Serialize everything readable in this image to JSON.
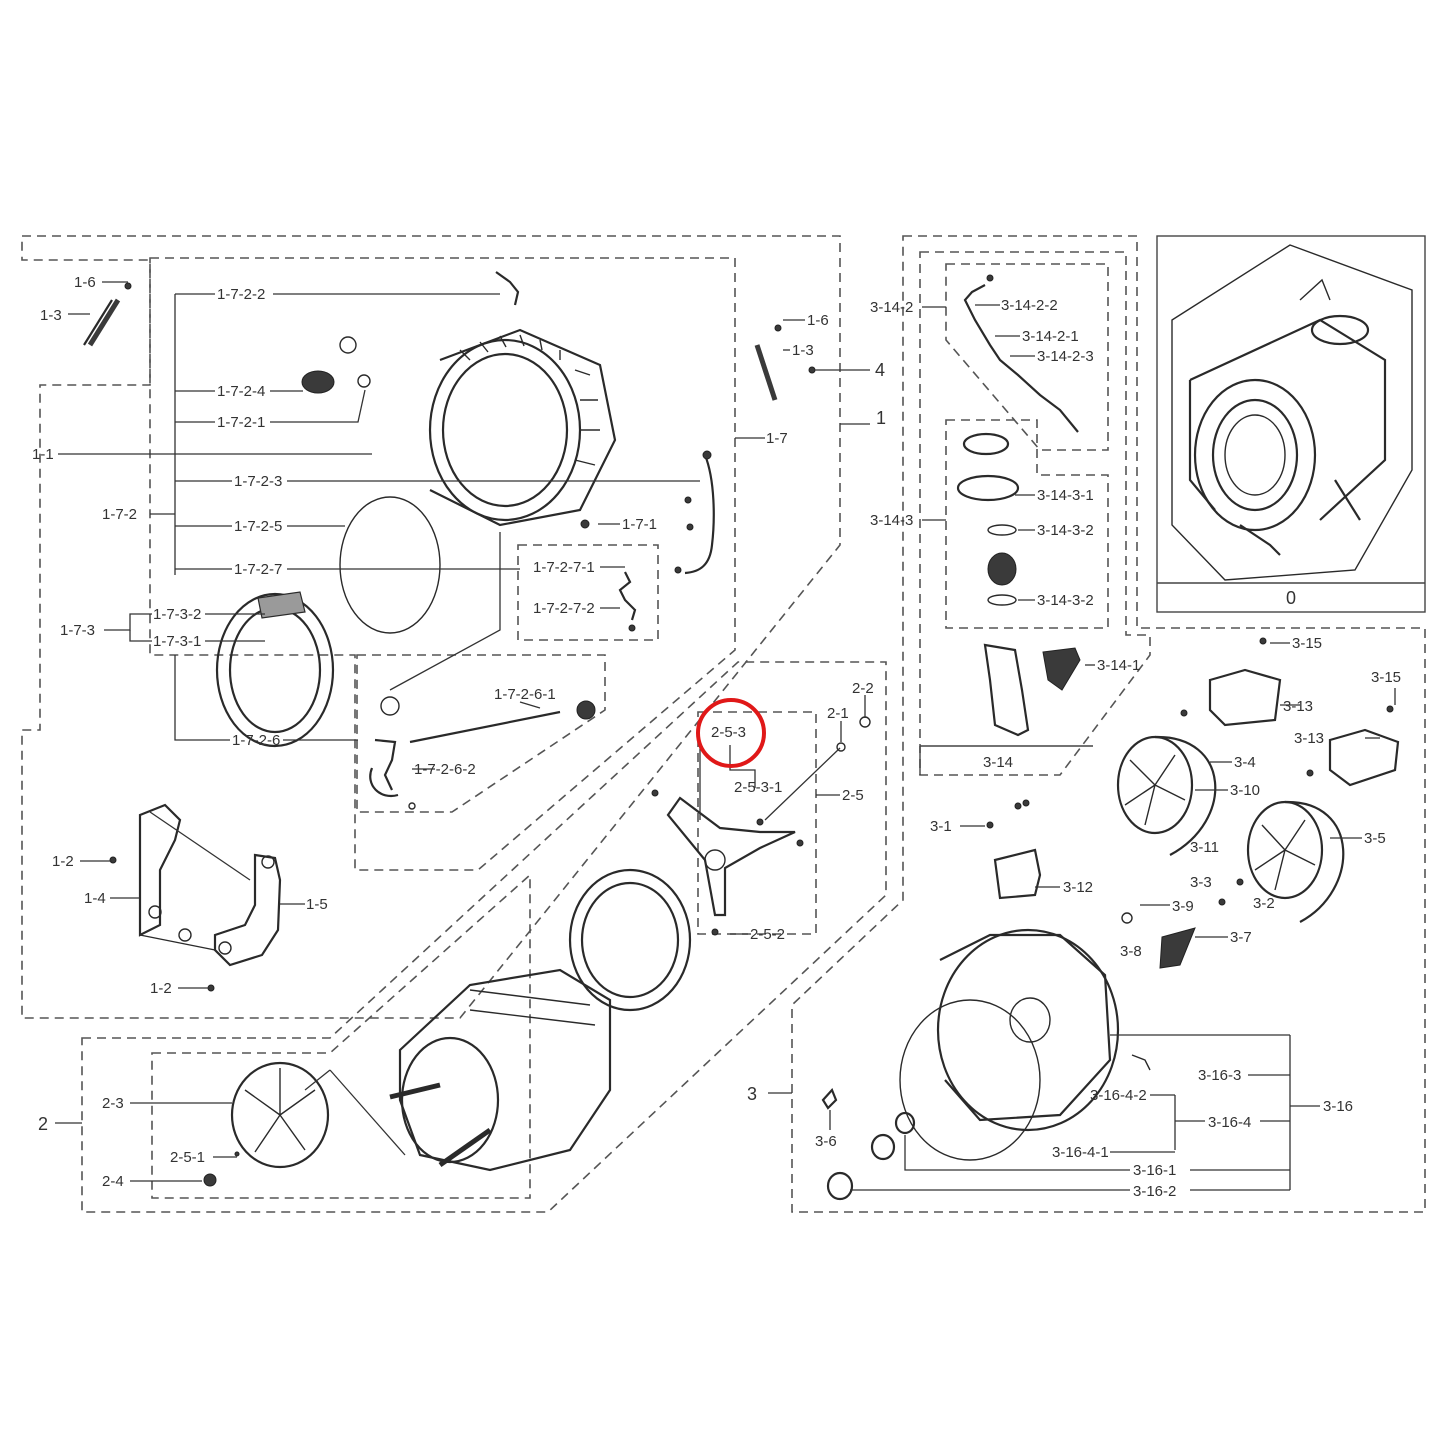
{
  "diagram": {
    "highlight": {
      "label": "2-5-3",
      "color": "#e01818"
    },
    "group_labels": {
      "g1": "1",
      "g2": "2",
      "g3": "3",
      "g0": "0",
      "g4": "4"
    },
    "labels": {
      "l_1_6a": "1-6",
      "l_1_3a": "1-3",
      "l_1_7_2_2": "1-7-2-2",
      "l_1_7_2_4": "1-7-2-4",
      "l_1_7_2_1": "1-7-2-1",
      "l_1_1": "1-1",
      "l_1_7_2_3": "1-7-2-3",
      "l_1_7_2": "1-7-2",
      "l_1_7_2_5": "1-7-2-5",
      "l_1_7_2_7": "1-7-2-7",
      "l_1_7_3_2": "1-7-3-2",
      "l_1_7_3": "1-7-3",
      "l_1_7_3_1": "1-7-3-1",
      "l_1_7_2_6": "1-7-2-6",
      "l_1_6b": "1-6",
      "l_1_3b": "1-3",
      "l_1_7": "1-7",
      "l_1_7_1": "1-7-1",
      "l_1_7_2_7_1": "1-7-2-7-1",
      "l_1_7_2_7_2": "1-7-2-7-2",
      "l_1_7_2_6_1": "1-7-2-6-1",
      "l_1_7_2_6_2": "1-7-2-6-2",
      "l_1_2a": "1-2",
      "l_1_4": "1-4",
      "l_1_5": "1-5",
      "l_1_2b": "1-2",
      "l_2_2": "2-2",
      "l_2_1": "2-1",
      "l_2_5_3_1": "2-5-3-1",
      "l_2_5": "2-5",
      "l_2_5_2": "2-5-2",
      "l_2_3": "2-3",
      "l_2_5_1": "2-5-1",
      "l_2_4": "2-4",
      "l_3_14_2": "3-14-2",
      "l_3_14_2_2": "3-14-2-2",
      "l_3_14_2_1": "3-14-2-1",
      "l_3_14_2_3": "3-14-2-3",
      "l_3_14_3": "3-14-3",
      "l_3_14_3_1": "3-14-3-1",
      "l_3_14_3_2a": "3-14-3-2",
      "l_3_14_3_2b": "3-14-3-2",
      "l_3_14_1": "3-14-1",
      "l_3_14": "3-14",
      "l_3_15a": "3-15",
      "l_3_13a": "3-13",
      "l_3_15b": "3-15",
      "l_3_13b": "3-13",
      "l_3_4": "3-4",
      "l_3_10": "3-10",
      "l_3_5": "3-5",
      "l_3_1": "3-1",
      "l_3_11": "3-11",
      "l_3_12": "3-12",
      "l_3_3": "3-3",
      "l_3_2": "3-2",
      "l_3_9": "3-9",
      "l_3_8": "3-8",
      "l_3_7": "3-7",
      "l_3_16_3": "3-16-3",
      "l_3_16_4_2": "3-16-4-2",
      "l_3_16_4": "3-16-4",
      "l_3_16": "3-16",
      "l_3_6": "3-6",
      "l_3_16_4_1": "3-16-4-1",
      "l_3_16_1": "3-16-1",
      "l_3_16_2": "3-16-2"
    }
  }
}
